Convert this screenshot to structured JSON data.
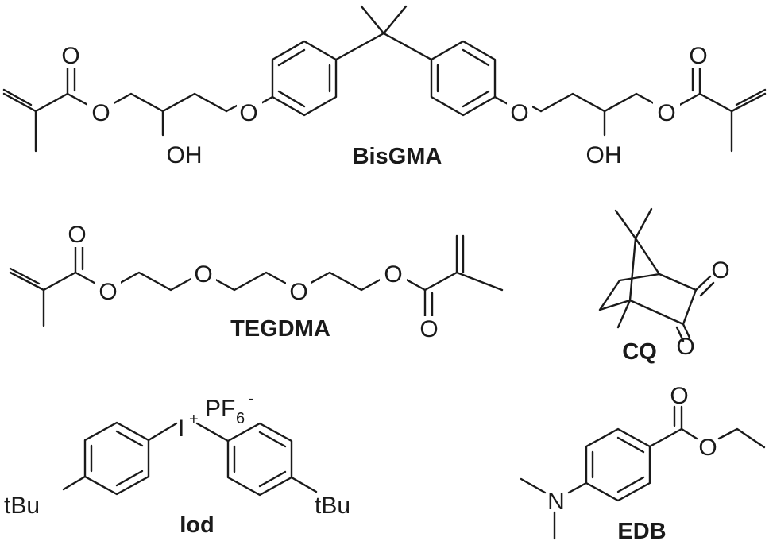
{
  "compounds": {
    "bisgma": {
      "name": "BisGMA",
      "atoms": {
        "o_carbonyl_left": "O",
        "o_ester_left": "O",
        "oh_left": "OH",
        "o_ether_left": "O",
        "o_ether_right": "O",
        "oh_right": "OH",
        "o_ester_right": "O",
        "o_carbonyl_right": "O"
      }
    },
    "tegdma": {
      "name": "TEGDMA",
      "atoms": {
        "o_carbonyl_left": "O",
        "o_ester_left": "O",
        "o_ether_1": "O",
        "o_ether_2": "O",
        "o_ester_right": "O",
        "o_carbonyl_right": "O"
      }
    },
    "cq": {
      "name": "CQ",
      "atoms": {
        "o_ketone_1": "O",
        "o_ketone_2": "O"
      }
    },
    "iod": {
      "name": "Iod",
      "atoms": {
        "iodine": "I",
        "iodine_charge": "+",
        "counterion": "PF",
        "counterion_subscript": "6",
        "counterion_charge": "-",
        "tbu_left": "tBu",
        "tbu_right": "tBu"
      }
    },
    "edb": {
      "name": "EDB",
      "atoms": {
        "o_carbonyl": "O",
        "o_ester": "O",
        "nitrogen": "N"
      }
    }
  }
}
